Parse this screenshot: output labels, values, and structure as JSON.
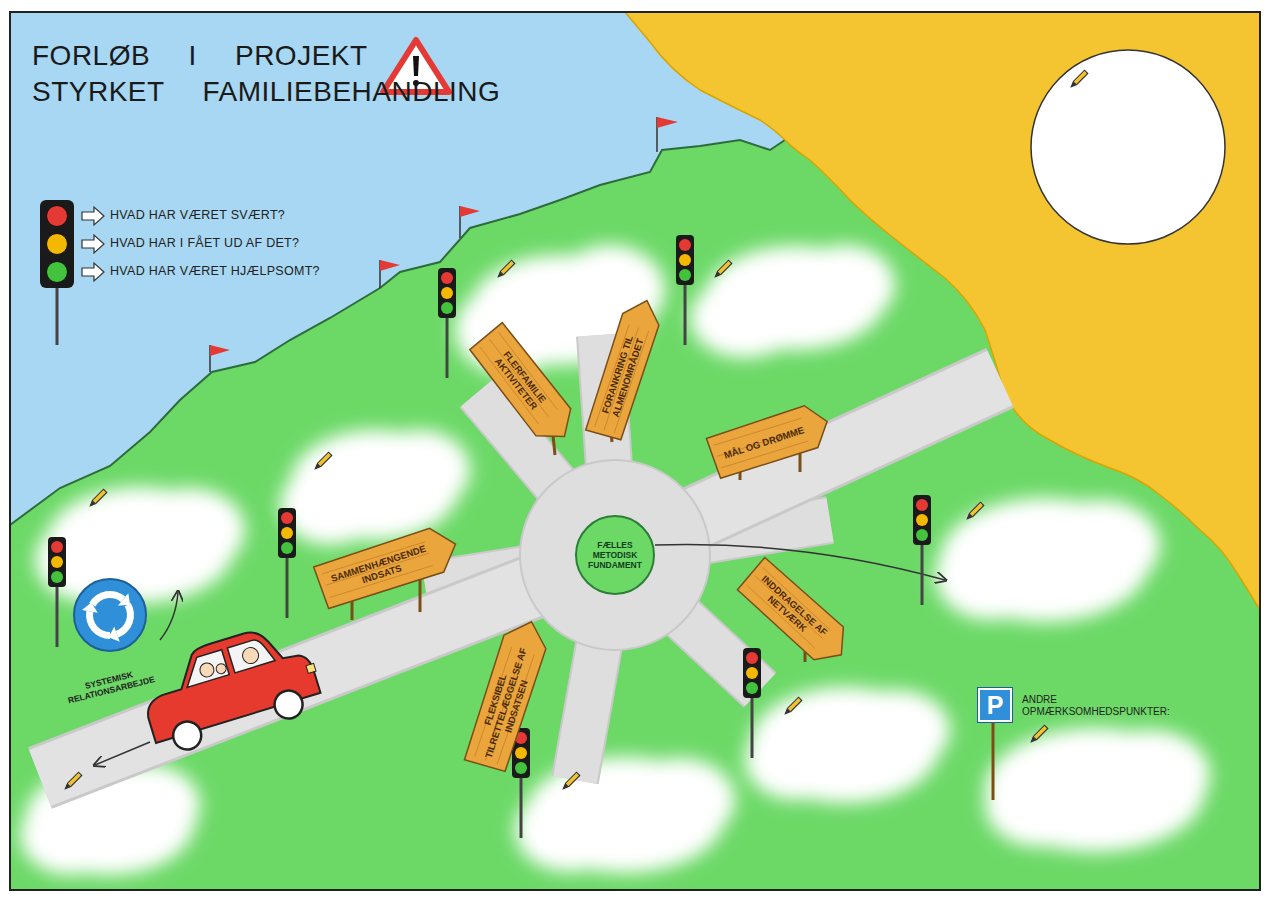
{
  "diagram": {
    "title": "FORLØB I PROJEKT STYRKET FAMILIEBEHANDLING",
    "nodes": [
      {
        "text": [
          "SYSTEMISK RELATIONSARBEJDE"
        ]
      },
      {
        "text": [
          "SAMMENHÆNGENDE INDSATS"
        ]
      },
      {
        "text": [
          "FLERFAMILIE AKTIVITETER"
        ]
      },
      {
        "text": [
          "FORANKRING TIL ALMENOMRÅDET"
        ]
      },
      {
        "text": [
          "MÅL OG DRØMME"
        ]
      },
      {
        "text": [
          "FÆLLES METODISK FUNDAMENT"
        ]
      },
      {
        "text": [
          "INDDRAGELSE AF NETVÆRK"
        ]
      },
      {
        "text": [
          "FLEKSIBEL TILRETTELÆGGELSE AF INDSATSEN"
        ]
      },
      {
        "text": [
          "P",
          "ANDRE OPMÆRKSOMHEDSPUNKTER:"
        ]
      }
    ],
    "legend": [
      {
        "text": "HVAD HAR VÆRET SVÆRT?",
        "color": "#e53935"
      },
      {
        "text": "HVAD HAR I FÅET UD AF DET?",
        "color": "#f5b800"
      },
      {
        "text": "HVAD HAR VÆRET HJÆLPSOMT?",
        "color": "#43c23e"
      }
    ]
  }
}
